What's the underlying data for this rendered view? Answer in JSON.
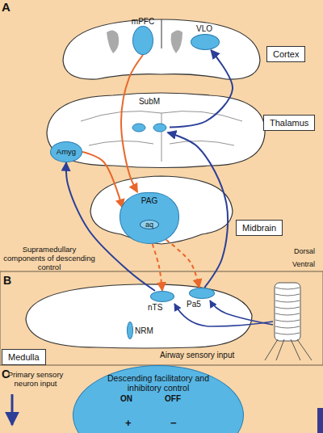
{
  "diagram": {
    "nodes": [
      {
        "text": [
          "Cortex"
        ]
      },
      {
        "text": [
          "Thalamus"
        ]
      },
      {
        "text": [
          "Midbrain"
        ]
      },
      {
        "text": [
          "Medulla"
        ]
      },
      {
        "text": [
          "mPFC"
        ]
      },
      {
        "text": [
          "VLO"
        ]
      },
      {
        "text": [
          "SubM"
        ]
      },
      {
        "text": [
          "Amyg"
        ]
      },
      {
        "text": [
          "PAG",
          "aq"
        ]
      },
      {
        "text": [
          "nTS"
        ]
      },
      {
        "text": [
          "Pa5"
        ]
      },
      {
        "text": [
          "NRM"
        ]
      },
      {
        "text": [
          "Descending facilitatory and inhibitory control"
        ]
      }
    ],
    "edges": [
      {
        "from": 4,
        "to": 8,
        "arrow": "to"
      },
      {
        "from": 7,
        "to": 8,
        "arrow": "to"
      },
      {
        "from": 6,
        "to": 5,
        "arrow": "to"
      },
      {
        "from": 10,
        "to": 6,
        "arrow": "to"
      },
      {
        "from": 9,
        "to": 7,
        "arrow": "to"
      },
      {
        "from": 8,
        "to": 9,
        "arrow": "to"
      },
      {
        "from": 8,
        "to": 10,
        "arrow": "to"
      }
    ],
    "labels": [
      "A",
      "B",
      "C",
      "Supramedullary components of descending control",
      "Airway sensory input",
      "Primary sensory neuron input",
      "Dorsal",
      "Ventral",
      "ON",
      "OFF",
      "+",
      "−"
    ]
  }
}
